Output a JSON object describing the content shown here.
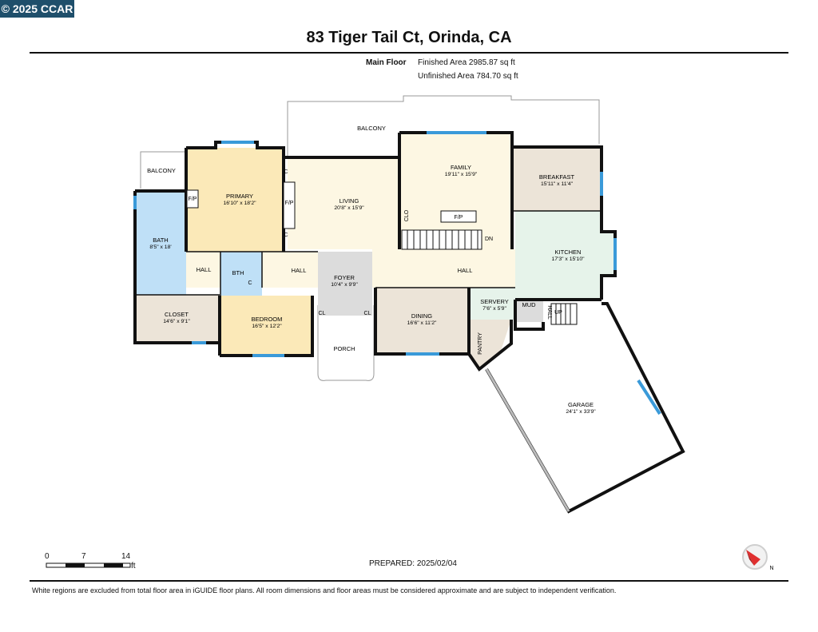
{
  "copyright": "© 2025 CCAR",
  "title": "83 Tiger Tail Ct, Orinda, CA",
  "floor": {
    "label": "Main Floor",
    "finished": "Finished Area 2985.87 sq ft",
    "unfinished": "Unfinished Area 784.70 sq ft"
  },
  "rooms": {
    "balcony_top": {
      "name": "BALCONY"
    },
    "balcony_left": {
      "name": "BALCONY"
    },
    "family": {
      "name": "FAMILY",
      "dim": "19'11\" x 15'9\""
    },
    "breakfast": {
      "name": "BREAKFAST",
      "dim": "15'11\" x 11'4\""
    },
    "primary": {
      "name": "PRIMARY",
      "dim": "16'10\" x 18'2\""
    },
    "living": {
      "name": "LIVING",
      "dim": "20'8\" x 15'9\""
    },
    "bath": {
      "name": "BATH",
      "dim": "8'5\" x 18'"
    },
    "kitchen": {
      "name": "KITCHEN",
      "dim": "17'3\" x 15'10\""
    },
    "hall_left": {
      "name": "HALL"
    },
    "bth": {
      "name": "BTH"
    },
    "hall_center": {
      "name": "HALL"
    },
    "foyer": {
      "name": "FOYER",
      "dim": "10'4\" x 9'9\""
    },
    "hall_right": {
      "name": "HALL"
    },
    "closet": {
      "name": "CLOSET",
      "dim": "14'6\" x 9'1\""
    },
    "bedroom": {
      "name": "BEDROOM",
      "dim": "16'5\" x 12'2\""
    },
    "dining": {
      "name": "DINING",
      "dim": "16'6\" x 11'2\""
    },
    "servery": {
      "name": "SERVERY",
      "dim": "7'6\" x 5'9\""
    },
    "mud": {
      "name": "MUD"
    },
    "hall_small": {
      "name": "HALL"
    },
    "porch": {
      "name": "PORCH"
    },
    "pantry": {
      "name": "PANTRY"
    },
    "garage": {
      "name": "GARAGE",
      "dim": "24'1\" x 33'9\""
    }
  },
  "labels": {
    "fp": "F/P",
    "c": "C",
    "clo": "CLO",
    "cl": "CL",
    "dn": "DN",
    "up": "UP"
  },
  "scale": {
    "t0": "0",
    "t1": "7",
    "t2": "14",
    "unit": "ft"
  },
  "compass": {
    "n": "N"
  },
  "prepared": "PREPARED: 2025/02/04",
  "disclaimer": "White regions are excluded from total floor area in iGUIDE floor plans. All room dimensions and floor areas must be considered approximate and are subject to independent verification.",
  "colors": {
    "wall": "#111111",
    "window": "#3a9ad9",
    "living_fill": "#fdf7e3",
    "primary_fill": "#fbe9b8",
    "bedroom_fill": "#fbe9b8",
    "bath_fill": "#bfe0f7",
    "kitchen_fill": "#e6f3ea",
    "breakfast_fill": "#ece4d8",
    "dining_fill": "#ece4d8",
    "closet_fill": "#ece4d8",
    "foyer_fill": "#dcdcdc",
    "header_bg": "#1f4f6b",
    "compass_red": "#e03030"
  }
}
